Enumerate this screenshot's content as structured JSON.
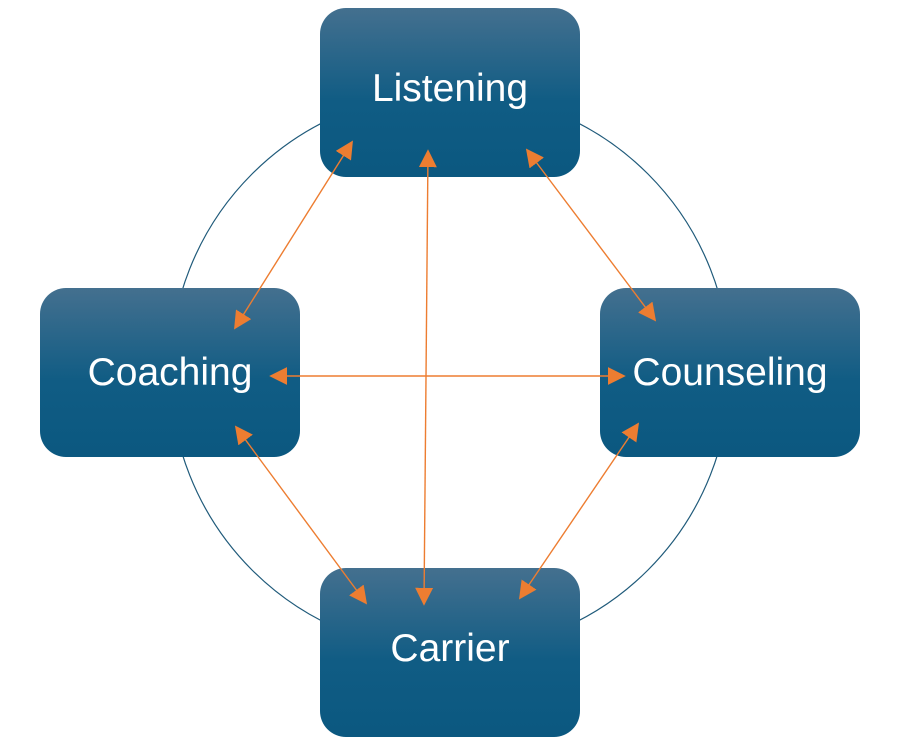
{
  "diagram": {
    "type": "cycle-with-cross-connections",
    "colors": {
      "node_fill_top": "#44708F",
      "node_fill_bottom": "#0B5880",
      "node_text": "#FFFFFF",
      "connector": "#ED7D31",
      "ring": "#1F5A7A",
      "background": "#FFFFFF"
    },
    "nodes": [
      {
        "id": "listening",
        "label": "Listening",
        "position": "top"
      },
      {
        "id": "coaching",
        "label": "Coaching",
        "position": "left"
      },
      {
        "id": "counseling",
        "label": "Counseling",
        "position": "right"
      },
      {
        "id": "carrier",
        "label": "Carrier",
        "position": "bottom"
      }
    ],
    "edges": [
      {
        "from": "listening",
        "to": "coaching",
        "direction": "both"
      },
      {
        "from": "listening",
        "to": "carrier",
        "direction": "both"
      },
      {
        "from": "listening",
        "to": "counseling",
        "direction": "both"
      },
      {
        "from": "coaching",
        "to": "counseling",
        "direction": "both"
      },
      {
        "from": "coaching",
        "to": "carrier",
        "direction": "both"
      },
      {
        "from": "counseling",
        "to": "carrier",
        "direction": "both"
      }
    ],
    "ring": {
      "connects": [
        "listening",
        "counseling",
        "carrier",
        "coaching"
      ]
    }
  }
}
